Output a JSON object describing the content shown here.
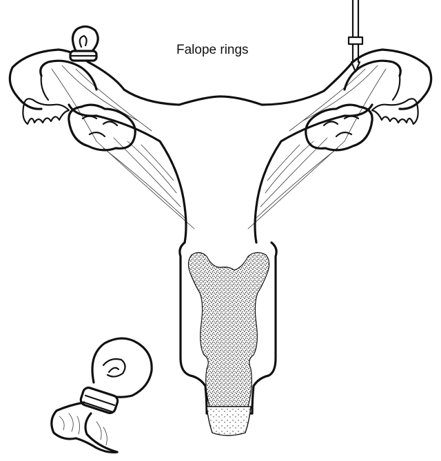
{
  "diagram": {
    "caption": "Falope rings",
    "colors": {
      "ink": "#111111",
      "stipple": "#2a2a2a",
      "paper": "#ffffff"
    },
    "parts": [
      "uterus-fundus",
      "uterine-cavity-stipple",
      "cervix",
      "left-fallopian-tube",
      "right-fallopian-tube",
      "left-ovary",
      "right-ovary",
      "left-fimbriae",
      "right-fimbriae",
      "left-broad-ligament",
      "right-broad-ligament",
      "falope-ring-left-loop",
      "applicator-right",
      "inset-ringed-tube-loop"
    ]
  }
}
